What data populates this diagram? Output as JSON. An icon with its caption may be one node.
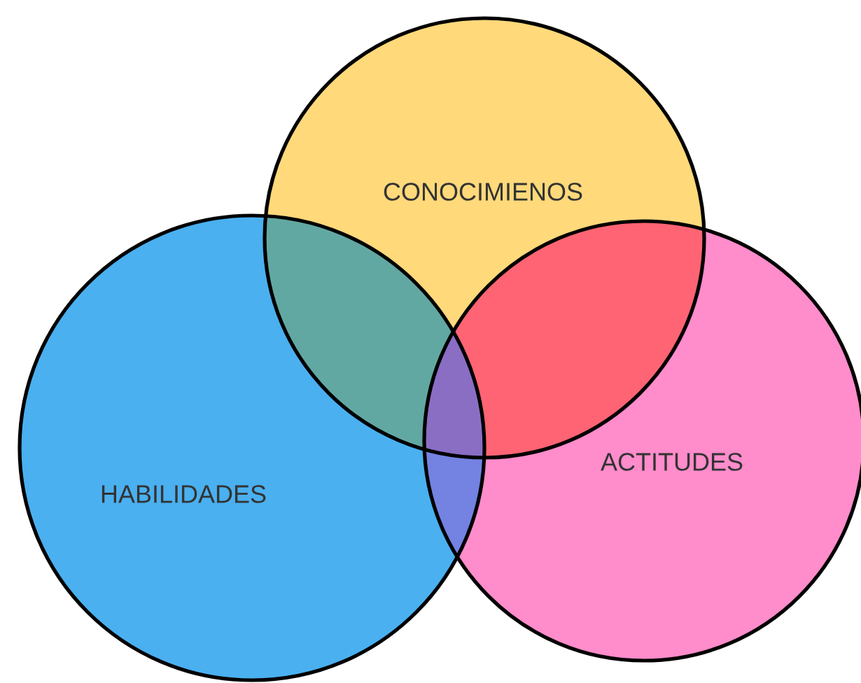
{
  "diagram": {
    "nodes": [
      {
        "text": [
          "CONOCIMIENOS"
        ]
      },
      {
        "text": [
          "HABILIDADES"
        ]
      },
      {
        "text": [
          "ACTITUDES"
        ]
      }
    ]
  }
}
